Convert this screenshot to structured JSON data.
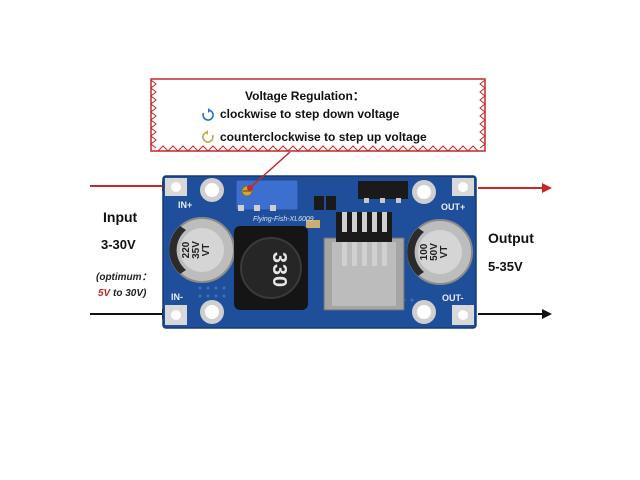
{
  "callout": {
    "title": "Voltage Regulation：",
    "line_clockwise": "clockwise to step down voltage",
    "line_counterclockwise": "counterclockwise to step up voltage"
  },
  "input": {
    "label": "Input",
    "range": "3-30V",
    "optimum_prefix": "(optimum：",
    "optimum_value": "5V",
    "optimum_suffix": " to 30V)"
  },
  "output": {
    "label": "Output",
    "range": "5-35V"
  },
  "board": {
    "pin_in_plus": "IN+",
    "pin_in_minus": "IN-",
    "pin_out_plus": "OUT+",
    "pin_out_minus": "OUT-",
    "cap_left_line1": "220",
    "cap_left_line2": "35V",
    "cap_left_line3": "VT",
    "cap_right_line1": "100",
    "cap_right_line2": "50V",
    "cap_right_line3": "VT",
    "inductor_marking": "330",
    "silkscreen": "Flying-Fish-XL6009"
  },
  "colors": {
    "pcb": "#1f4f9a",
    "callout_border": "#c62828",
    "arrow_red": "#c62828",
    "arrow_black": "#111111",
    "highlight_red": "#c62828"
  },
  "icons": {
    "clockwise": "clockwise-arrow-icon",
    "counterclockwise": "counterclockwise-arrow-icon"
  }
}
